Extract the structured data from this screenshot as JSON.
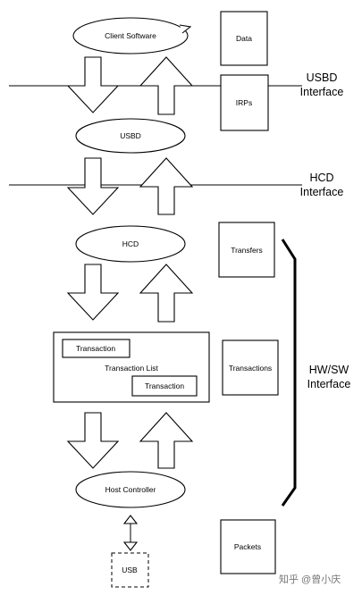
{
  "nodes": {
    "client_software": "Client Software",
    "usbd": "USBD",
    "hcd": "HCD",
    "transaction_list": "Transaction List",
    "transaction_a": "Transaction",
    "transaction_b": "Transaction",
    "host_controller": "Host Controller",
    "usb": "USB"
  },
  "data_boxes": {
    "data": "Data",
    "irps": "IRPs",
    "transfers": "Transfers",
    "transactions": "Transactions",
    "packets": "Packets"
  },
  "interfaces": {
    "usbd_line1": "USBD",
    "usbd_line2": "Interface",
    "hcd_line1": "HCD",
    "hcd_line2": "Interface",
    "hwsw_line1": "HW/SW",
    "hwsw_line2": "Interface"
  },
  "watermark": "知乎 @曾小庆"
}
